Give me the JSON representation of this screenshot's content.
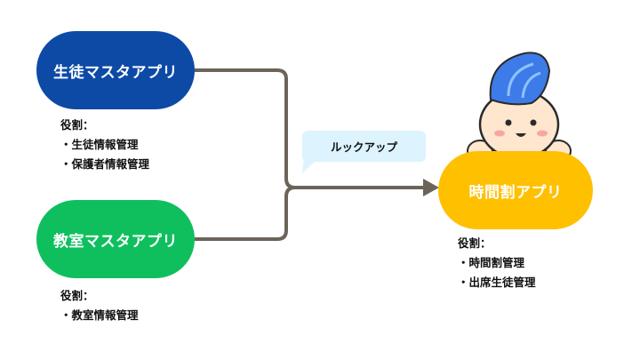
{
  "student_app": {
    "title": "生徒マスタアプリ",
    "roles_heading": "役割：",
    "roles": [
      "生徒情報管理",
      "保護者情報管理"
    ]
  },
  "room_app": {
    "title": "教室マスタアプリ",
    "roles_heading": "役割：",
    "roles": [
      "教室情報管理"
    ]
  },
  "timetable_app": {
    "title": "時間割アプリ",
    "roles_heading": "役割：",
    "roles": [
      "時間割管理",
      "出席生徒管理"
    ]
  },
  "lookup_label": "ルックアップ",
  "colors": {
    "student": "#0d4aa6",
    "room": "#0fbf5e",
    "timetable": "#ffc000",
    "connector": "#6b6459",
    "bubble": "#ddf3fd"
  },
  "mascot_icon": "mascot-character-icon"
}
